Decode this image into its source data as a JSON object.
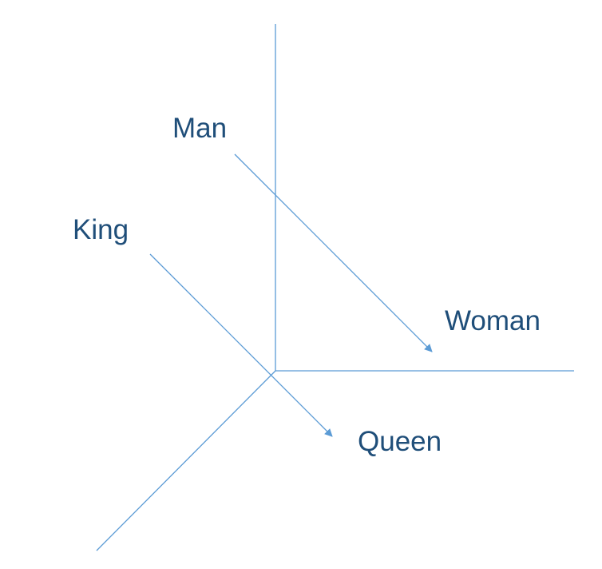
{
  "colors": {
    "line": "#5B9BD5",
    "label": "#1F4E79",
    "background": "#FFFFFF"
  },
  "labels": {
    "man": "Man",
    "woman": "Woman",
    "king": "King",
    "queen": "Queen"
  }
}
